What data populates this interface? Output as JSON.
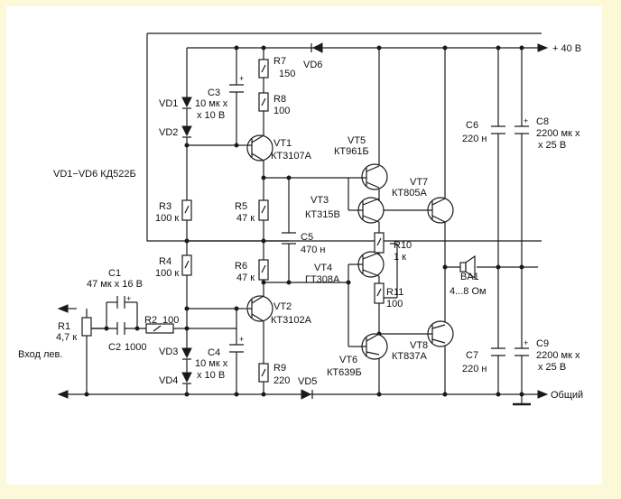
{
  "supply": {
    "positive": "+ 40 В",
    "ground": "Общий"
  },
  "input_label": "Вход лев.",
  "diode_note": "VD1−VD6  КД522Б",
  "parts": {
    "r1": [
      "R1",
      "4,7 к"
    ],
    "r2": [
      "R2",
      "100"
    ],
    "r3": [
      "R3",
      "100 к"
    ],
    "r4": [
      "R4",
      "100 к"
    ],
    "r5": [
      "R5",
      "47 к"
    ],
    "r6": [
      "R6",
      "47 к"
    ],
    "r7": [
      "R7",
      "150"
    ],
    "r8": [
      "R8",
      "100"
    ],
    "r9": [
      "R9",
      "220"
    ],
    "r10": [
      "R10",
      "1 к"
    ],
    "r11": [
      "R11",
      "100"
    ],
    "c1": [
      "C1",
      "47 мк x 16 В"
    ],
    "c2": [
      "C2",
      "1000"
    ],
    "c3": [
      "C3",
      "10 мк x",
      "x 10 В"
    ],
    "c4": [
      "C4",
      "10 мк x",
      "x 10 В"
    ],
    "c5": [
      "C5",
      "470 н"
    ],
    "c6": [
      "C6",
      "220 н"
    ],
    "c7": [
      "C7",
      "220 н"
    ],
    "c8": [
      "C8",
      "2200 мк x",
      "x 25 В"
    ],
    "c9": [
      "C9",
      "2200 мк x",
      "x 25 В"
    ],
    "vt1": [
      "VT1",
      "КТ3107А"
    ],
    "vt2": [
      "VT2",
      "КТ3102А"
    ],
    "vt3": [
      "VT3",
      "КТ315В"
    ],
    "vt4": [
      "VT4",
      "ГТ308А"
    ],
    "vt5": [
      "VT5",
      "КТ961Б"
    ],
    "vt6": [
      "VT6",
      "КТ639Б"
    ],
    "vt7": [
      "VT7",
      "КТ805А"
    ],
    "vt8": [
      "VT8",
      "КТ837А"
    ],
    "ba1": [
      "BA1",
      "4...8 Ом"
    ],
    "vd1": "VD1",
    "vd2": "VD2",
    "vd3": "VD3",
    "vd4": "VD4",
    "vd5": "VD5",
    "vd6": "VD6"
  },
  "polarity_mark": "+"
}
